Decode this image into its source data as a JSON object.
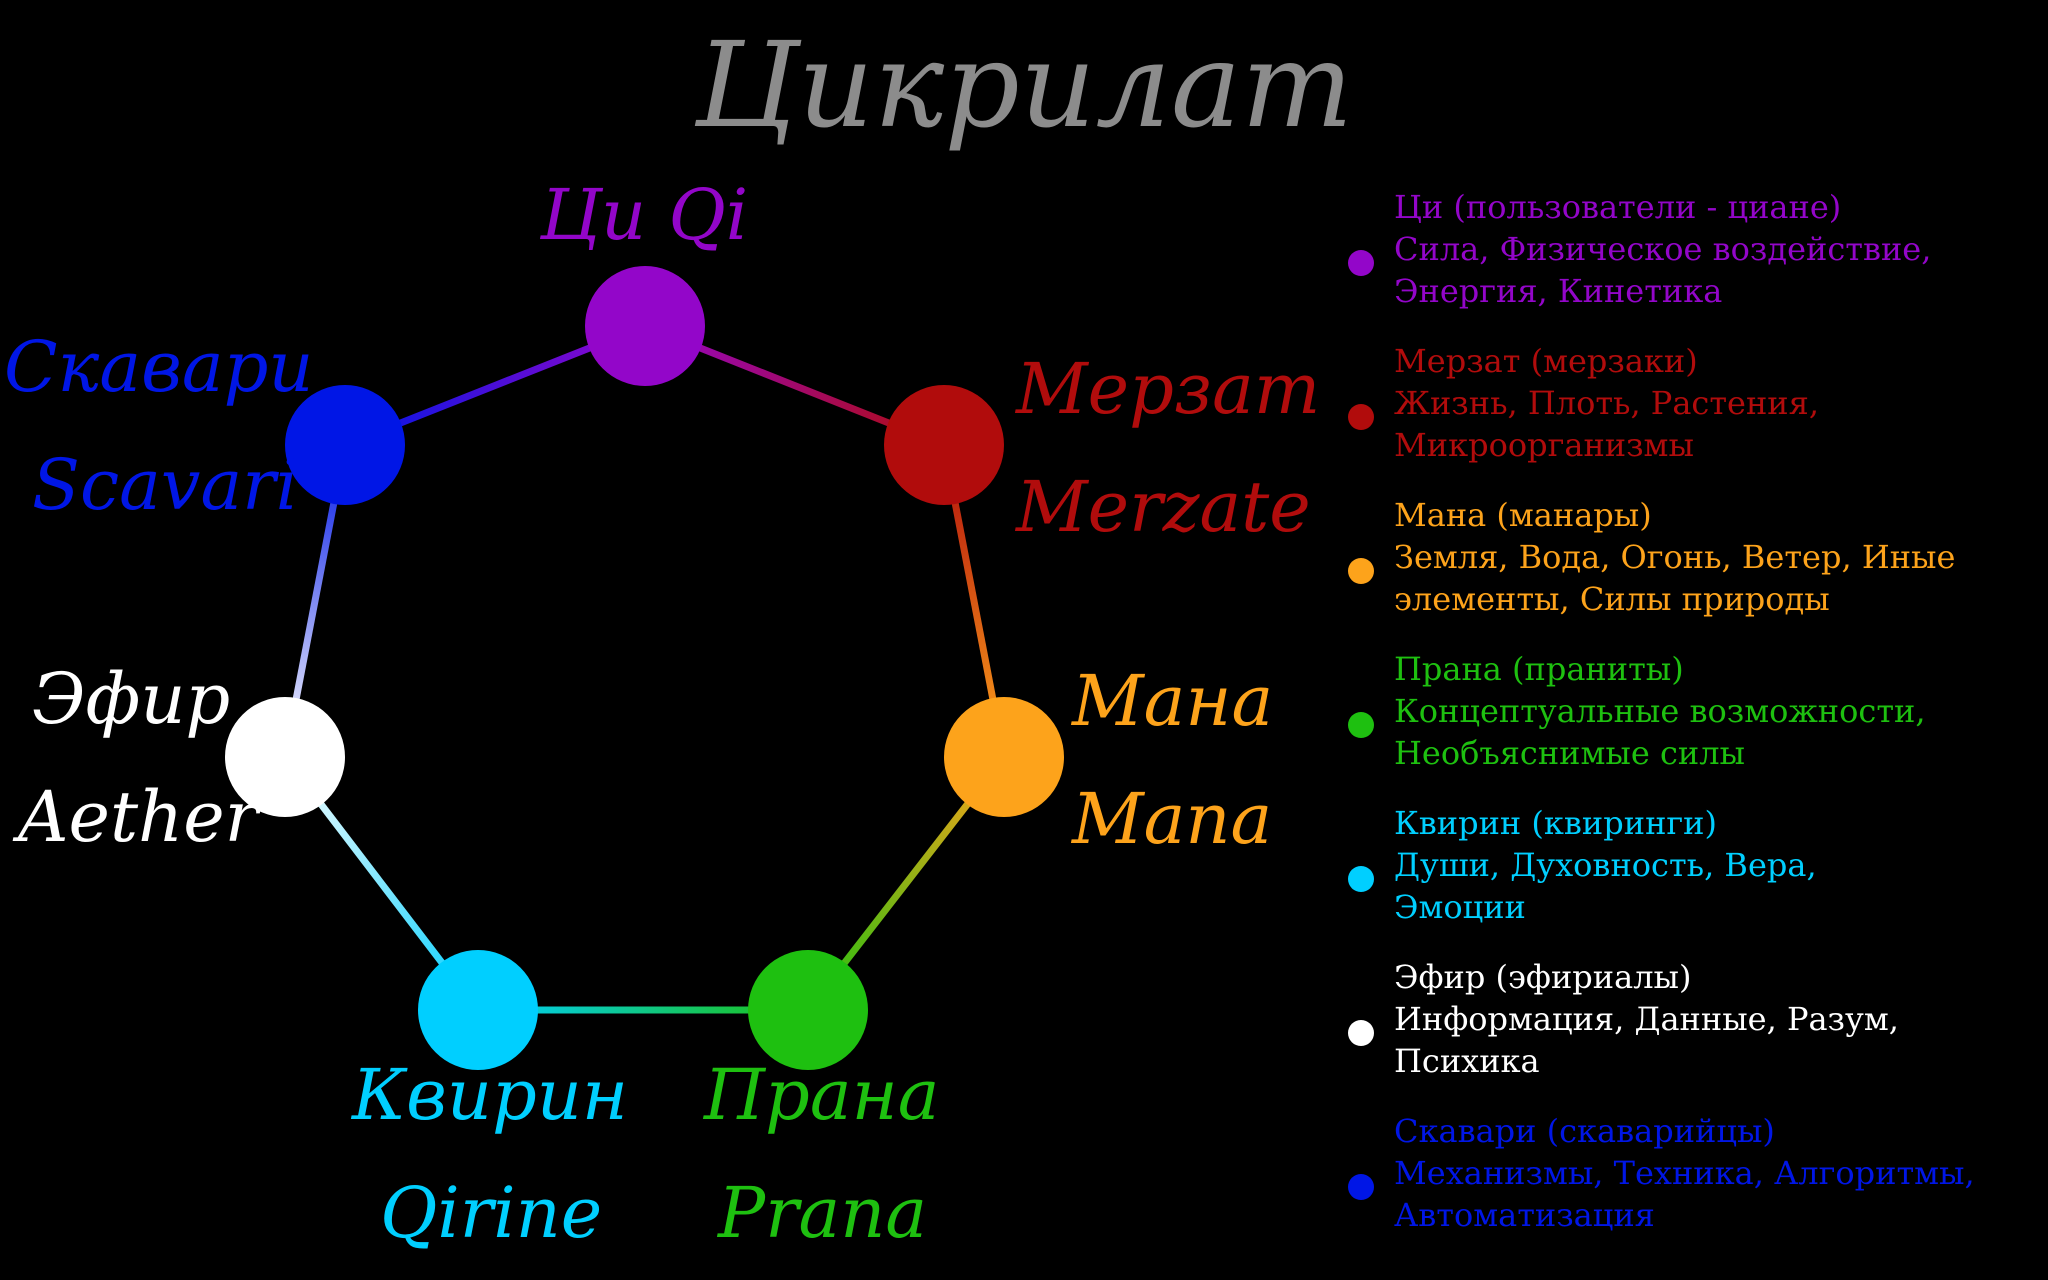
{
  "title": "Цикрилат",
  "nodes": [
    {
      "id": "qi",
      "name_ru": "Ци Qi",
      "name_en": "",
      "color": "#9306c9"
    },
    {
      "id": "merzate",
      "name_ru": "Мерзат",
      "name_en": "Merzate",
      "color": "#b10c0c"
    },
    {
      "id": "mana",
      "name_ru": "Мана",
      "name_en": "Mana",
      "color": "#fda31b"
    },
    {
      "id": "prana",
      "name_ru": "Прана",
      "name_en": "Prana",
      "color": "#1ec010"
    },
    {
      "id": "qirine",
      "name_ru": "Квирин",
      "name_en": "Qirine",
      "color": "#00cfff"
    },
    {
      "id": "aether",
      "name_ru": "Эфир",
      "name_en": "Aether",
      "color": "#ffffff"
    },
    {
      "id": "scavari",
      "name_ru": "Скавари",
      "name_en": "Scavari",
      "color": "#0016e6"
    }
  ],
  "legend": [
    {
      "color": "#9306c9",
      "heading": "Ци (пользователи - циане)",
      "line2": "Сила, Физическое воздействие,",
      "line3": "Энергия, Кинетика"
    },
    {
      "color": "#b10c0c",
      "heading": "Мерзат (мерзаки)",
      "line2": "Жизнь, Плоть, Растения,",
      "line3": "Микроорганизмы"
    },
    {
      "color": "#fda31b",
      "heading": "Мана (манары)",
      "line2": "Земля, Вода, Огонь, Ветер, Иные",
      "line3": "элементы, Силы природы"
    },
    {
      "color": "#1ec010",
      "heading": "Прана (праниты)",
      "line2": "Концептуальные возможности,",
      "line3": "Необъяснимые силы"
    },
    {
      "color": "#00cfff",
      "heading": "Квирин (квиринги)",
      "line2": "Души, Духовность, Вера,",
      "line3": "Эмоции"
    },
    {
      "color": "#ffffff",
      "heading": "Эфир (эфириалы)",
      "line2": "Информация, Данные, Разум,",
      "line3": "Психика"
    },
    {
      "color": "#0016e6",
      "heading": "Скавари (скаварийцы)",
      "line2": "Механизмы, Техника, Алгоритмы,",
      "line3": "Автоматизация"
    }
  ]
}
